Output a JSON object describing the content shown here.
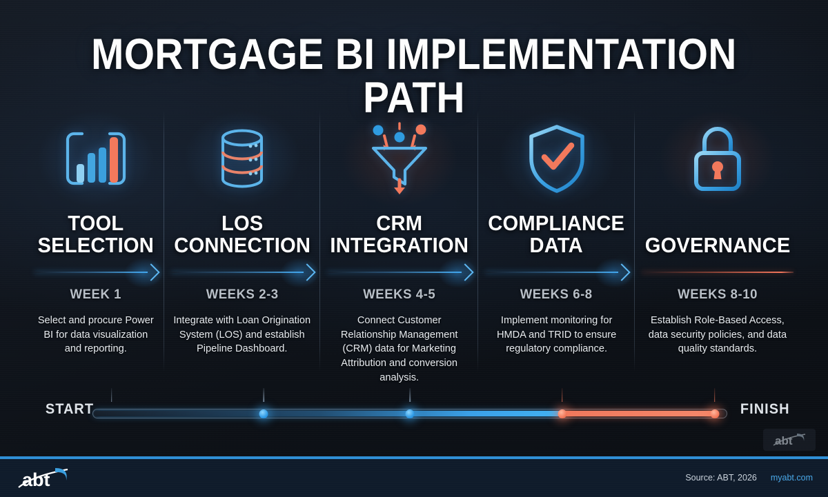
{
  "title": "MORTGAGE BI IMPLEMENTATION PATH",
  "colors": {
    "accent_blue": "#3aa0e8",
    "accent_orange": "#f0785c",
    "heading": "#ffffff",
    "week_label": "#b8bfc7",
    "body_text": "#e7ebef",
    "footer_bar": "#0f1b2b",
    "footer_rule": "#2f8fd6"
  },
  "steps": [
    {
      "icon": "power-bi-chart-icon",
      "heading_line1": "TOOL",
      "heading_line2": "SELECTION",
      "week": "WEEK 1",
      "description": "Select and procure Power BI for data visualization and reporting.",
      "connector": "arrow-blue"
    },
    {
      "icon": "database-cylinder-icon",
      "heading_line1": "LOS",
      "heading_line2": "CONNECTION",
      "week": "WEEKS 2-3",
      "description": "Integrate with Loan Origination System (LOS) and establish Pipeline Dashboard.",
      "connector": "arrow-blue"
    },
    {
      "icon": "funnel-icon",
      "heading_line1": "CRM",
      "heading_line2": "INTEGRATION",
      "week": "WEEKS 4-5",
      "description": "Connect Customer Relationship Management (CRM) data for Marketing Attribution and conversion analysis.",
      "connector": "arrow-blue"
    },
    {
      "icon": "shield-check-icon",
      "heading_line1": "COMPLIANCE",
      "heading_line2": "DATA",
      "week": "WEEKS 6-8",
      "description": "Implement monitoring for HMDA and TRID to ensure regulatory compliance.",
      "connector": "arrow-blue"
    },
    {
      "icon": "padlock-icon",
      "heading_line1": "GOVERNANCE",
      "heading_line2": "",
      "week": "WEEKS 8-10",
      "description": "Establish Role-Based Access, data security policies, and data quality standards.",
      "connector": "line-orange"
    }
  ],
  "timeline": {
    "start_label": "START",
    "finish_label": "FINISH",
    "nodes": [
      {
        "label": "WEEK 1",
        "position_pct": 3,
        "color": "blue"
      },
      {
        "label": "WEEKS 2-3",
        "position_pct": 27,
        "color": "blue"
      },
      {
        "label": "WEEKS 4-5",
        "position_pct": 50,
        "color": "blue"
      },
      {
        "label": "WEEKS 6-8",
        "position_pct": 74,
        "color": "orange"
      },
      {
        "label": "WEEKS 8-10",
        "position_pct": 98,
        "color": "orange"
      }
    ],
    "blue_fill_end_pct": 74,
    "orange_fill_start_pct": 74,
    "orange_fill_end_pct": 98
  },
  "footer": {
    "logo_text": "abt",
    "source": "Source: ABT, 2026",
    "site": "myabt.com"
  },
  "watermark": {
    "logo_text": "abt"
  }
}
